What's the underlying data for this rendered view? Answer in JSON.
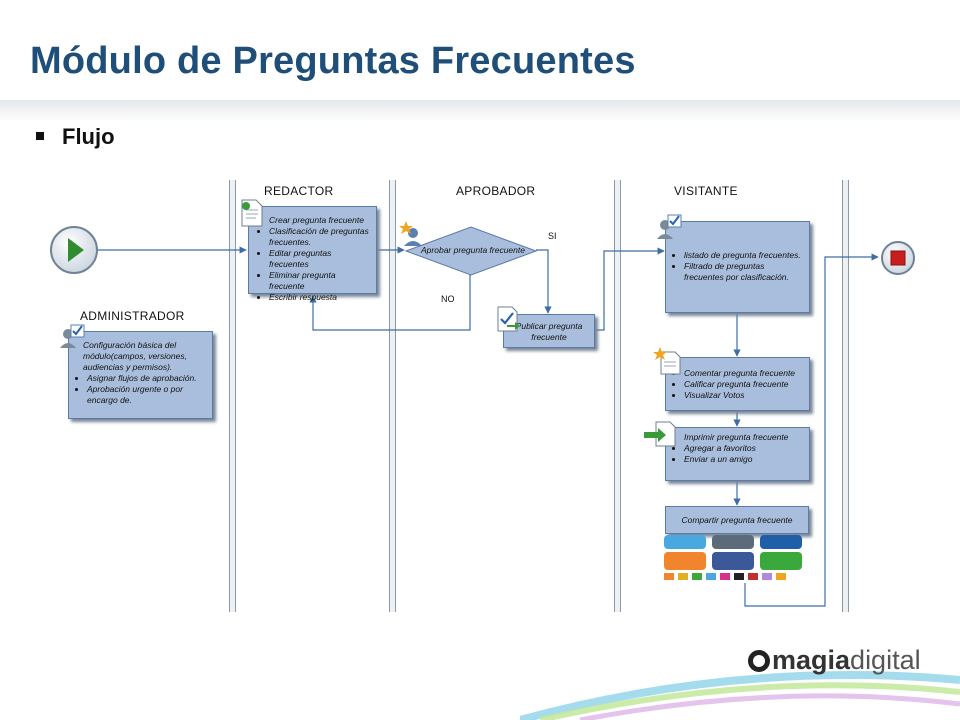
{
  "slide": {
    "title": "Módulo de Preguntas Frecuentes",
    "bullet": "Flujo"
  },
  "lanes": {
    "redactor": "REDACTOR",
    "aprobador": "APROBADOR",
    "visitante": "VISITANTE",
    "administrador": "ADMINISTRADOR"
  },
  "redactor_task": [
    "Crear pregunta frecuente",
    "Clasificación de preguntas frecuentes.",
    "Editar preguntas frecuentes",
    "Eliminar pregunta frecuente",
    "Escribir respuesta"
  ],
  "decision": {
    "label": "Aprobar pregunta frecuente",
    "yes": "SI",
    "no": "NO"
  },
  "publish_task": "Publicar pregunta frecuente",
  "admin_task": [
    "Configuración básica del módulo(campos, versiones, audiencias y permisos).",
    "Asignar flujos de aprobación.",
    "Aprobación urgente o por encargo de."
  ],
  "visitor_task_1": [
    "listado de pregunta frecuentes.",
    "Filtrado de preguntas frecuentes por clasificación."
  ],
  "visitor_task_2": [
    "Comentar pregunta frecuente",
    "Calificar pregunta frecuente",
    "Visualizar Votos"
  ],
  "visitor_task_3": [
    "Imprimir pregunta frecuente",
    "Agregar a favoritos",
    "Enviar a un amigo"
  ],
  "share_task": "Compartir pregunta frecuente",
  "logo": {
    "prefix": "magia",
    "suffix": "digital"
  },
  "colors": {
    "title": "#1f4e79",
    "box_fill": "#a9bedc",
    "box_border": "#5c7aa6",
    "arrow": "#3e6da3",
    "start": "#2f8c2f",
    "end": "#c81e1e"
  },
  "icons": [
    "start-event-icon",
    "end-event-icon",
    "user-check-icon",
    "document-edit-icon",
    "user-star-icon",
    "document-check-icon",
    "document-star-icon",
    "document-arrow-icon",
    "social-share-icon"
  ]
}
